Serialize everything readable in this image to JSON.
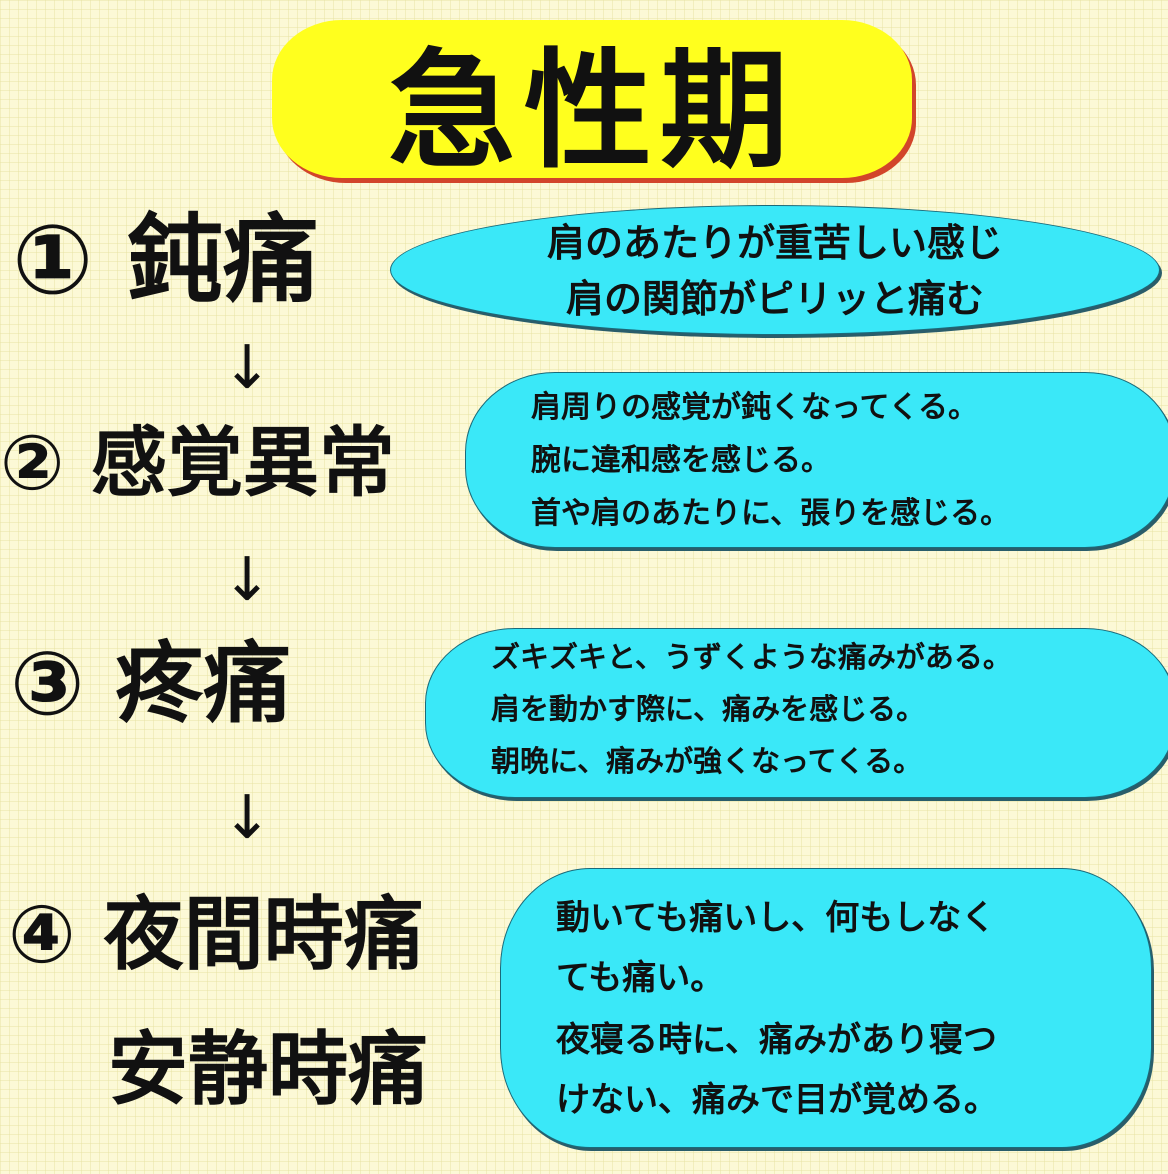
{
  "title": "急性期",
  "stages": [
    {
      "number": "①",
      "name": "鈍痛",
      "lines": [
        "肩のあたりが重苦しい感じ",
        "肩の関節がピリッと痛む"
      ]
    },
    {
      "number": "②",
      "name": "感覚異常",
      "lines": [
        "肩周りの感覚が鈍くなってくる。",
        "腕に違和感を感じる。",
        "首や肩のあたりに、張りを感じる。"
      ]
    },
    {
      "number": "③",
      "name": "疼痛",
      "lines": [
        "ズキズキと、うずくような痛みがある。",
        "肩を動かす際に、痛みを感じる。",
        "朝晩に、痛みが強くなってくる。"
      ]
    },
    {
      "number": "④",
      "name": "夜間時痛",
      "name2": "安静時痛",
      "lines": [
        "動いても痛いし、何もしなく",
        "ても痛い。",
        "夜寝る時に、痛みがあり寝つ",
        "けない、痛みで目が覚める。"
      ]
    }
  ],
  "arrow": "↓",
  "colors": {
    "title_bg": "#ffff1e",
    "box_bg": "#3ae8f8",
    "background": "#fcf9d6"
  }
}
